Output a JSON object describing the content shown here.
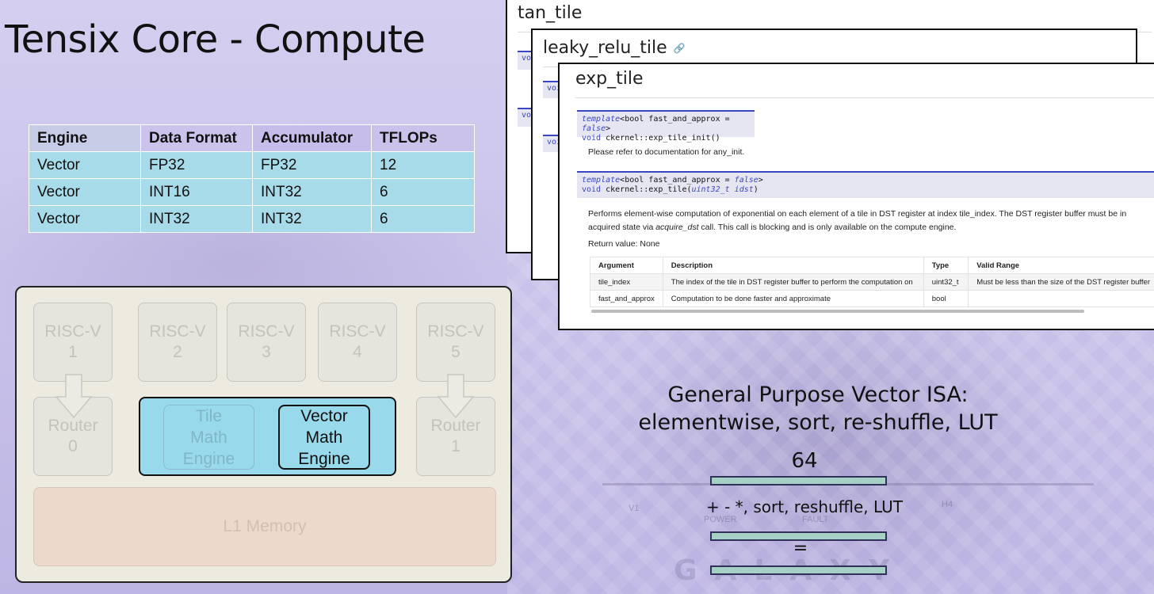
{
  "title": "Tensix Core - Compute",
  "engine_table": {
    "headers": [
      "Engine",
      "Data Format",
      "Accumulator",
      "TFLOPs"
    ],
    "rows": [
      [
        "Vector",
        "FP32",
        "FP32",
        "12"
      ],
      [
        "Vector",
        "INT16",
        "INT32",
        "6"
      ],
      [
        "Vector",
        "INT32",
        "INT32",
        "6"
      ]
    ]
  },
  "core_diagram": {
    "riscv": [
      {
        "name": "RISC-V",
        "num": "1"
      },
      {
        "name": "RISC-V",
        "num": "2"
      },
      {
        "name": "RISC-V",
        "num": "3"
      },
      {
        "name": "RISC-V",
        "num": "4"
      },
      {
        "name": "RISC-V",
        "num": "5"
      }
    ],
    "routers": [
      {
        "name": "Router",
        "num": "0"
      },
      {
        "name": "Router",
        "num": "1"
      }
    ],
    "tile_engine": [
      "Tile",
      "Math",
      "Engine"
    ],
    "vector_engine": [
      "Vector",
      "Math",
      "Engine"
    ],
    "l1": "L1 Memory"
  },
  "docs": {
    "tan_tile": {
      "title": "tan_tile",
      "ghost_sig": "voi"
    },
    "leaky_relu_tile": {
      "title": "leaky_relu_tile",
      "link_icon": "🔗",
      "ghost_sig": "voi"
    },
    "exp_tile": {
      "title": "exp_tile",
      "init_sig_line1_kw": "template",
      "init_sig_line1_rest": "<bool fast_and_approx = ",
      "init_sig_line1_val": "false",
      "init_sig_line1_end": ">",
      "init_sig_line2_kw": "void",
      "init_sig_line2_rest": " ckernel::exp_tile_init()",
      "init_desc": "Please refer to documentation for any_init.",
      "sig_line1_kw": "template",
      "sig_line1_rest": "<bool fast_and_approx = ",
      "sig_line1_val": "false",
      "sig_line1_end": ">",
      "sig_line2_kw": "void",
      "sig_line2_rest": " ckernel::exp_tile(",
      "sig_line2_param": "uint32_t idst",
      "sig_line2_end": ")",
      "desc_line1": "Performs element-wise computation of exponential on each element of a tile in DST register at index tile_index. The DST register buffer must be in",
      "desc_line2_a": "acquired state via ",
      "desc_line2_em": "acquire_dst",
      "desc_line2_b": " call. This call is blocking and is only available on the compute engine.",
      "return_value": "Return value: None",
      "arg_headers": [
        "Argument",
        "Description",
        "Type",
        "Valid Range"
      ],
      "args": [
        [
          "tile_index",
          "The index of the tile in DST register buffer to perform the computation on",
          "uint32_t",
          "Must be less than the size of the DST register buffer"
        ],
        [
          "fast_and_approx",
          "Computation to be done faster and approximate",
          "bool",
          ""
        ]
      ]
    }
  },
  "isa": {
    "heading_line1": "General Purpose Vector ISA:",
    "heading_line2": "elementwise, sort, re-shuffle, LUT",
    "width": "64",
    "ops": "+ - *, sort, reshuffle, LUT",
    "equals": "="
  },
  "background": {
    "word": "GALAXY",
    "labels": [
      "V1",
      "POWER",
      "FAULT",
      "H4"
    ]
  },
  "colors": {
    "accent_blue": "#98d9ec",
    "table_cell": "#a8dbe9",
    "bar_fill": "#a6cfc6",
    "l1_memory": "#edd9cc",
    "signature_border": "#3a46c0"
  }
}
